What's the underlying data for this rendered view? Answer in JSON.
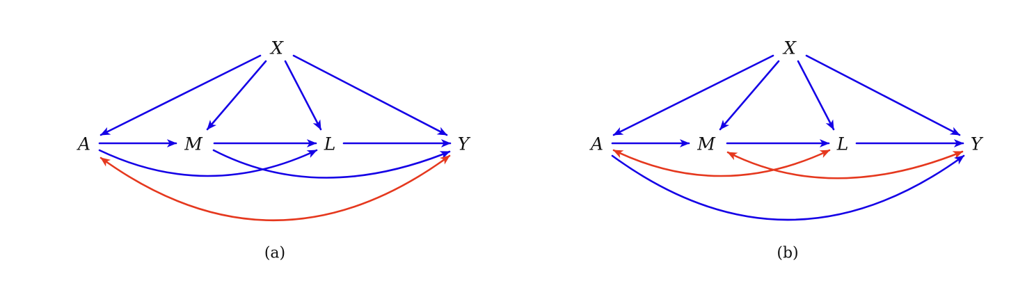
{
  "colors": {
    "directed": "#1400e6",
    "bidirected": "#e5381e",
    "text": "#111111"
  },
  "panels": [
    {
      "id": "a",
      "caption": "(a)",
      "nodes": [
        {
          "id": "X",
          "label": "X"
        },
        {
          "id": "A",
          "label": "A"
        },
        {
          "id": "M",
          "label": "M"
        },
        {
          "id": "L",
          "label": "L"
        },
        {
          "id": "Y",
          "label": "Y"
        }
      ],
      "edges": [
        {
          "from": "X",
          "to": "A",
          "kind": "directed"
        },
        {
          "from": "X",
          "to": "M",
          "kind": "directed"
        },
        {
          "from": "X",
          "to": "L",
          "kind": "directed"
        },
        {
          "from": "X",
          "to": "Y",
          "kind": "directed"
        },
        {
          "from": "A",
          "to": "M",
          "kind": "directed"
        },
        {
          "from": "M",
          "to": "L",
          "kind": "directed"
        },
        {
          "from": "L",
          "to": "Y",
          "kind": "directed"
        },
        {
          "from": "A",
          "to": "L",
          "kind": "directed"
        },
        {
          "from": "M",
          "to": "Y",
          "kind": "directed"
        },
        {
          "from": "A",
          "to": "Y",
          "kind": "bidirected"
        }
      ]
    },
    {
      "id": "b",
      "caption": "(b)",
      "nodes": [
        {
          "id": "X",
          "label": "X"
        },
        {
          "id": "A",
          "label": "A"
        },
        {
          "id": "M",
          "label": "M"
        },
        {
          "id": "L",
          "label": "L"
        },
        {
          "id": "Y",
          "label": "Y"
        }
      ],
      "edges": [
        {
          "from": "X",
          "to": "A",
          "kind": "directed"
        },
        {
          "from": "X",
          "to": "M",
          "kind": "directed"
        },
        {
          "from": "X",
          "to": "L",
          "kind": "directed"
        },
        {
          "from": "X",
          "to": "Y",
          "kind": "directed"
        },
        {
          "from": "A",
          "to": "M",
          "kind": "directed"
        },
        {
          "from": "M",
          "to": "L",
          "kind": "directed"
        },
        {
          "from": "L",
          "to": "Y",
          "kind": "directed"
        },
        {
          "from": "A",
          "to": "L",
          "kind": "bidirected"
        },
        {
          "from": "M",
          "to": "Y",
          "kind": "bidirected"
        },
        {
          "from": "A",
          "to": "Y",
          "kind": "directed"
        }
      ]
    }
  ]
}
